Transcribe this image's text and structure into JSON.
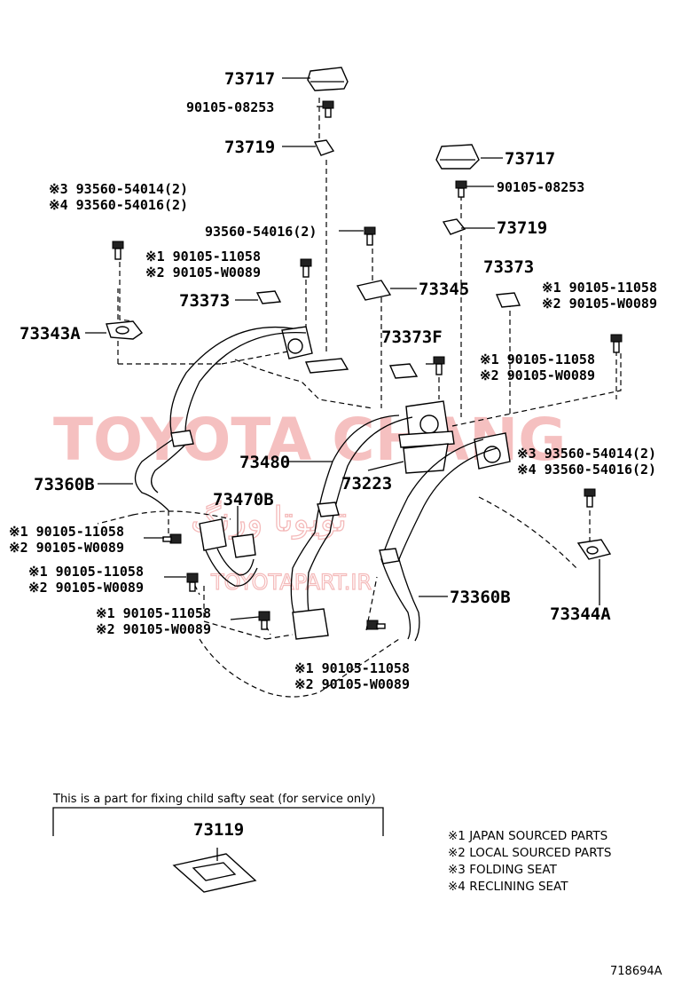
{
  "labels": {
    "p73717_top": "73717",
    "p90105_08253_top": "90105-08253",
    "p73719_top": "73719",
    "p73717_right": "73717",
    "p90105_08253_right": "90105-08253",
    "p73719_right": "73719",
    "m3_93560_54014_left": "※3 93560-54014(2)",
    "m4_93560_54016_left": "※4 93560-54016(2)",
    "p93560_54016_center": "93560-54016(2)",
    "m1_90105_11058_a": "※1 90105-11058",
    "m2_90105_W0089_a": "※2 90105-W0089",
    "p73373_left": "73373",
    "p73345": "73345",
    "p73373_right": "73373",
    "m1_90105_11058_b": "※1 90105-11058",
    "m2_90105_W0089_b": "※2 90105-W0089",
    "p73343A": "73343A",
    "p73373F": "73373F",
    "m1_90105_11058_c": "※1 90105-11058",
    "m2_90105_W0089_c": "※2 90105-W0089",
    "m3_93560_54014_right": "※3 93560-54014(2)",
    "m4_93560_54016_right": "※4 93560-54016(2)",
    "p73480": "73480",
    "p73223": "73223",
    "p73360B_left": "73360B",
    "p73470B": "73470B",
    "m1_90105_11058_d": "※1 90105-11058",
    "m2_90105_W0089_d": "※2 90105-W0089",
    "m1_90105_11058_e": "※1 90105-11058",
    "m2_90105_W0089_e": "※2 90105-W0089",
    "m1_90105_11058_f": "※1 90105-11058",
    "m2_90105_W0089_f": "※2 90105-W0089",
    "p73360B_right": "73360B",
    "p73344A": "73344A",
    "m1_90105_11058_g": "※1 90105-11058",
    "m2_90105_W0089_g": "※2 90105-W0089"
  },
  "child_seat_box": {
    "caption": "This is a part for fixing child safty seat (for service only)",
    "part_number": "73119"
  },
  "legend": [
    "※1 JAPAN SOURCED PARTS",
    "※2 LOCAL SOURCED PARTS",
    "※3 FOLDING SEAT",
    "※4 RECLINING SEAT"
  ],
  "watermark": {
    "main": "TOYOTA CHANG",
    "arabic": "تویوتا ورنگ",
    "site": "TOYOTAPART.IR"
  },
  "diagram_id": "718694A",
  "colors": {
    "ink": "#000000",
    "watermark": "#f2a9a9"
  }
}
